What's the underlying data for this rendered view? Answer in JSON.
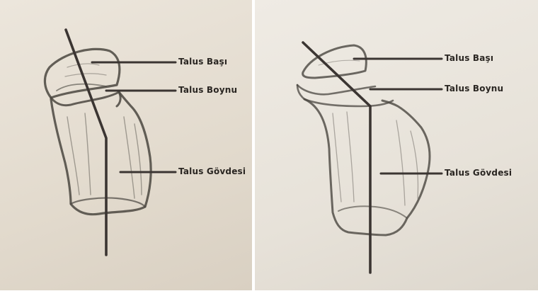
{
  "left_figure": {
    "labels": {
      "head": "Talus Başı",
      "neck": "Talus Boynu",
      "body": "Talus Gövdesi"
    }
  },
  "right_figure": {
    "labels": {
      "head": "Talus Başı",
      "neck": "Talus Boynu",
      "body": "Talus Gövdesi"
    }
  },
  "colors": {
    "paper_left": "#e6dfd3",
    "paper_right": "#ebe6de",
    "outline": "#4a4640",
    "axis_line": "#3b3532",
    "text": "#2a2622"
  }
}
